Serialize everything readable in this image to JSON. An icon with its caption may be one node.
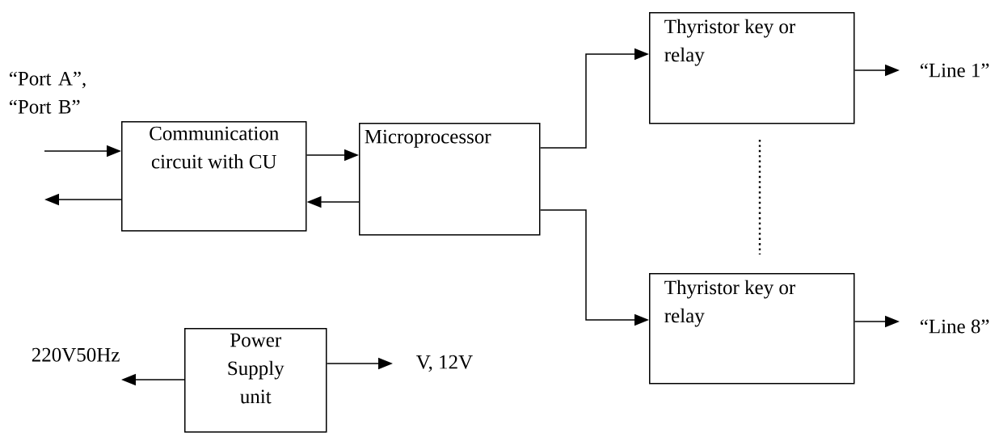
{
  "diagram": {
    "nodes": [
      {
        "text": [
          "Communication circuit with CU"
        ]
      },
      {
        "text": [
          "Microprocessor"
        ]
      },
      {
        "text": [
          "Thyristor key or relay"
        ]
      },
      {
        "text": [
          "Thyristor key or relay"
        ]
      },
      {
        "text": [
          "Power Supply unit"
        ]
      },
      {
        "text": [
          "“Line 1”"
        ]
      },
      {
        "text": [
          "“Line 8”"
        ]
      },
      {
        "text": [
          "V, 12V"
        ]
      }
    ],
    "edges": [
      {
        "from": null,
        "to": 0,
        "arrow": "to"
      },
      {
        "from": 0,
        "to": null,
        "arrow": "to"
      },
      {
        "from": 0,
        "to": 1,
        "arrow": "to"
      },
      {
        "from": 1,
        "to": 0,
        "arrow": "to"
      },
      {
        "from": 1,
        "to": 2,
        "arrow": "to"
      },
      {
        "from": 1,
        "to": 3,
        "arrow": "to"
      },
      {
        "from": 2,
        "to": 5,
        "arrow": "to"
      },
      {
        "from": 3,
        "to": 6,
        "arrow": "to"
      },
      {
        "from": 4,
        "to": 7,
        "arrow": "to"
      },
      {
        "from": 4,
        "to": null,
        "arrow": "to"
      }
    ],
    "labels": [
      "“Port A”, “Port B”",
      "220V50Hz"
    ]
  }
}
